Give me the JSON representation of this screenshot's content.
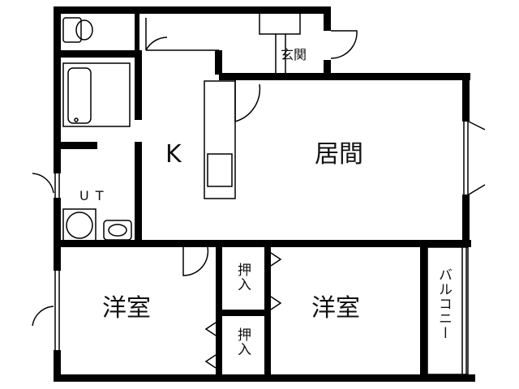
{
  "plan": {
    "wall_color": "#000000",
    "background": "#ffffff",
    "rooms": {
      "entrance": "玄関",
      "kitchen": "K",
      "living": "居間",
      "utility": "UT",
      "west_room": "洋室",
      "east_room": "洋室",
      "closet_upper": "押入",
      "closet_lower": "押入",
      "balcony": "バルコニー"
    }
  }
}
